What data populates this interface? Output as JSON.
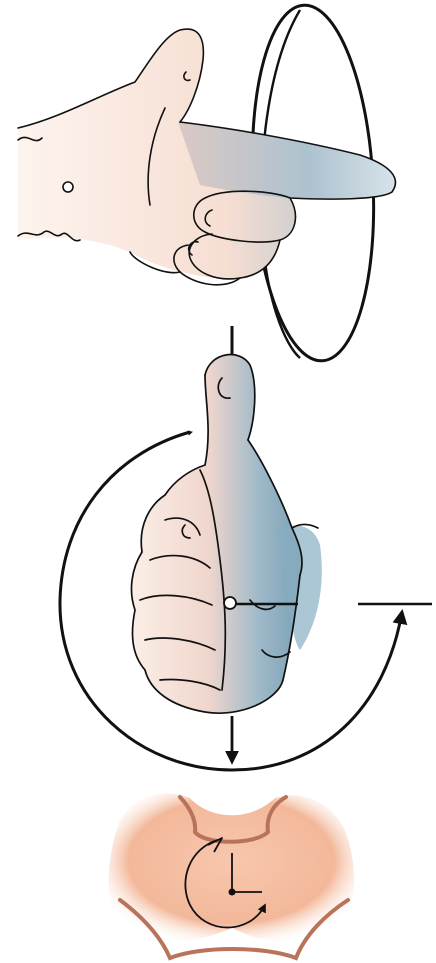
{
  "figure": {
    "panels": [
      {
        "id": "pointing-hand",
        "icon": "pointing-hand-illustration"
      },
      {
        "id": "thumbs-up-rotation",
        "icon": "right-hand-rule-thumb-illustration"
      },
      {
        "id": "clock-view",
        "icon": "clockwise-rotation-clock-illustration"
      }
    ],
    "colors": {
      "skin_light": "#fbe9df",
      "skin_shadow": "#8fb1c2",
      "outline": "#111111",
      "clock_skin": "#f2b08f",
      "clock_outline": "#b9735a",
      "background": "#ffffff"
    }
  }
}
